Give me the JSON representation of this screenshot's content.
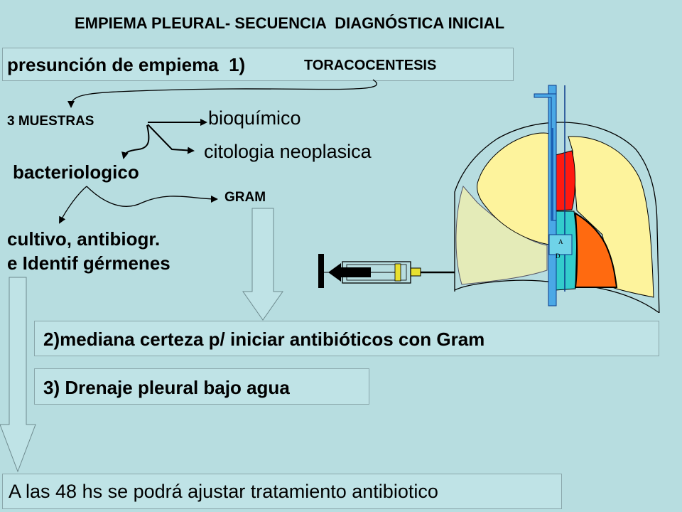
{
  "title": "EMPIEMA PLEURAL- SECUENCIA  DIAGNÓSTICA INICIAL",
  "step1": {
    "lead": "presunción de empiema  1)",
    "label": "TORACOCENTESIS"
  },
  "samples": "3 MUESTRAS",
  "bioquimico": "bioquímico",
  "citologia": "citologia neoplasica",
  "bacteriologico": "bacteriologico",
  "gram": "GRAM",
  "cultivo": {
    "line1": "cultivo, antibiogr.",
    "line2": "e Identif gérmenes"
  },
  "step2": "2)mediana certeza p/ iniciar antibióticos con Gram",
  "step3": "3) Drenaje pleural bajo agua",
  "final": "A las 48 hs se podrá ajustar tratamiento antibiotico",
  "illustration_label": {
    "line1": "A",
    "line2": "D"
  },
  "colors": {
    "background": "#b7dde0",
    "lung": "#fdf39c",
    "effusion": "#e4ebb8",
    "heart_red": "#ff1a10",
    "heart_cyan": "#33cccc",
    "heart_orange": "#ff6a10",
    "tube": "#4aa8e6"
  }
}
